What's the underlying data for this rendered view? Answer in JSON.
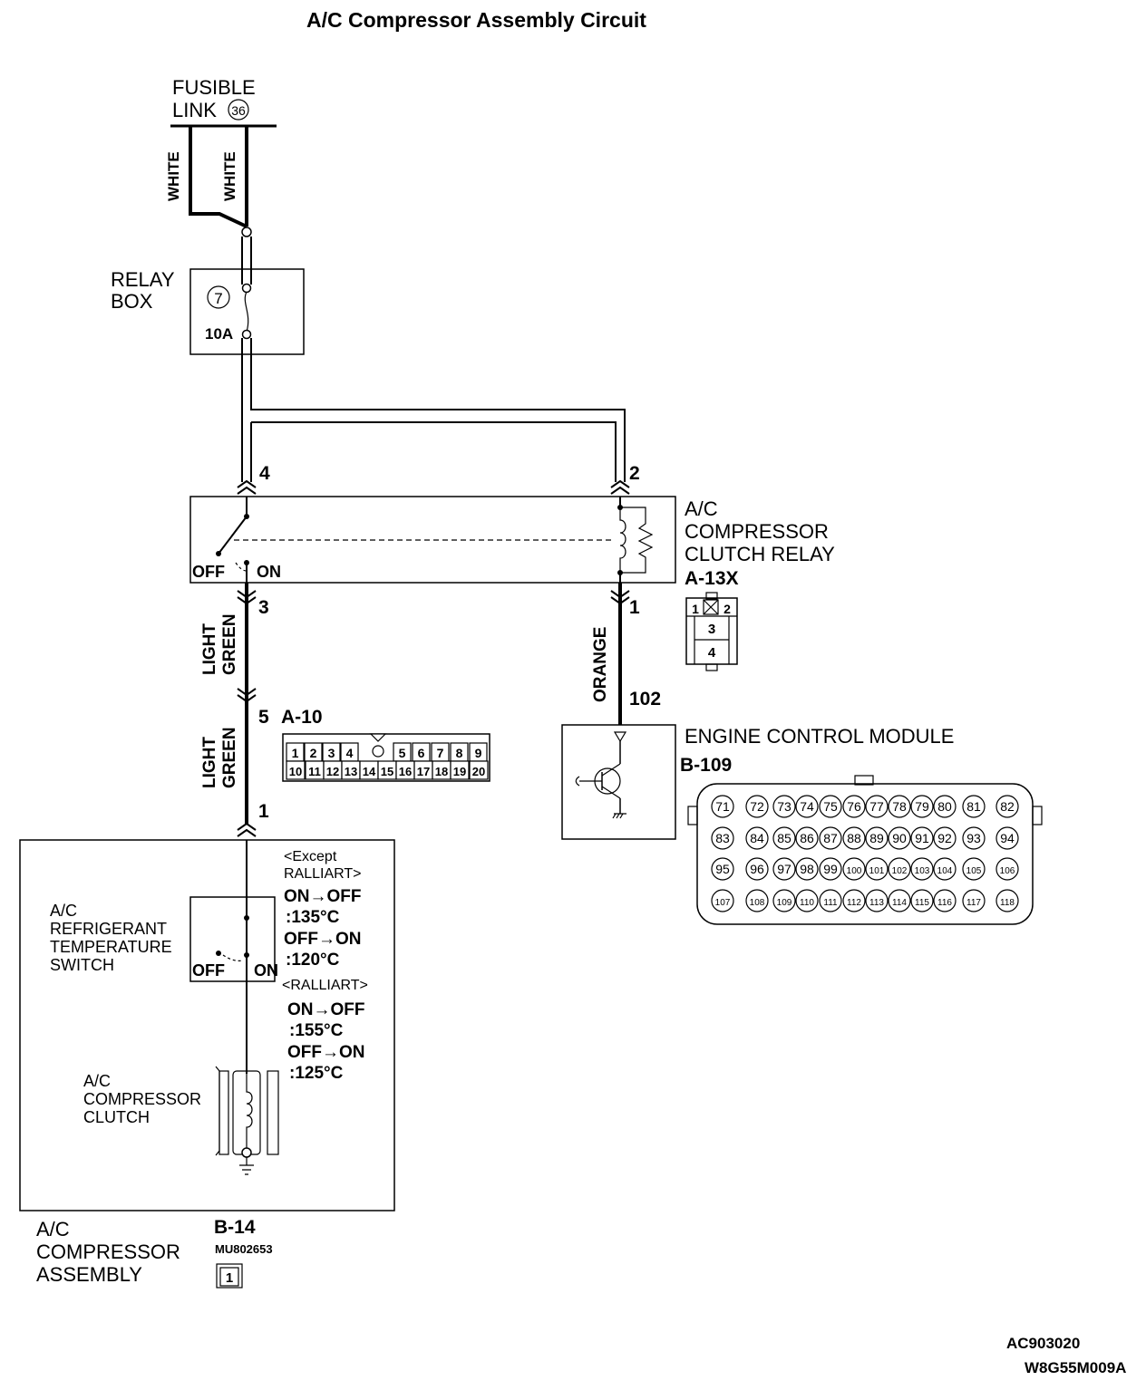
{
  "title": "A/C Compressor Assembly Circuit",
  "fusible_link": {
    "line1": "FUSIBLE",
    "line2": "LINK",
    "number": "36"
  },
  "wire_colors": {
    "white": "WHITE",
    "light_green": [
      "LIGHT",
      "GREEN"
    ],
    "orange": "ORANGE"
  },
  "relay_box": {
    "line1": "RELAY",
    "line2": "BOX",
    "fuse_number": "7",
    "fuse_rating": "10A"
  },
  "relay": {
    "name": [
      "A/C",
      "COMPRESSOR",
      "CLUTCH RELAY"
    ],
    "id": "A-13X",
    "switch_off": "OFF",
    "switch_on": "ON",
    "pin4": "4",
    "pin2": "2",
    "pin3": "3",
    "pin1": "1",
    "connector": {
      "top": [
        "1",
        "2"
      ],
      "rows": [
        "3",
        "4"
      ]
    }
  },
  "connector_a10": {
    "pin": "5",
    "id": "A-10",
    "top_row": [
      "1",
      "2",
      "3",
      "4",
      "5",
      "6",
      "7",
      "8",
      "9"
    ],
    "bottom_row": [
      "10",
      "11",
      "12",
      "13",
      "14",
      "15",
      "16",
      "17",
      "18",
      "19",
      "20"
    ]
  },
  "ecm": {
    "name": "ENGINE CONTROL MODULE",
    "id": "B-109",
    "pin": "102",
    "row1": [
      "71",
      "72",
      "73",
      "74",
      "75",
      "76",
      "77",
      "78",
      "79",
      "80",
      "81",
      "82"
    ],
    "row2": [
      "83",
      "84",
      "85",
      "86",
      "87",
      "88",
      "89",
      "90",
      "91",
      "92",
      "93",
      "94"
    ],
    "row3": [
      "95",
      "96",
      "97",
      "98",
      "99",
      "100",
      "101",
      "102",
      "103",
      "104",
      "105",
      "106"
    ],
    "row4": [
      "107",
      "108",
      "109",
      "110",
      "111",
      "112",
      "113",
      "114",
      "115",
      "116",
      "117",
      "118"
    ]
  },
  "compressor": {
    "pin": "1",
    "switch_name": [
      "A/C",
      "REFRIGERANT",
      "TEMPERATURE",
      "SWITCH"
    ],
    "switch_off": "OFF",
    "switch_on": "ON",
    "except_header": [
      "<Except",
      "RALLIART>"
    ],
    "except_values": [
      "ON→OFF",
      ":135°C",
      "OFF→ON",
      ":120°C"
    ],
    "ralliart_header": "<RALLIART>",
    "ralliart_values": [
      "ON→OFF",
      ":155°C",
      "OFF→ON",
      ":125°C"
    ],
    "clutch_name": [
      "A/C",
      "COMPRESSOR",
      "CLUTCH"
    ],
    "assembly_name": [
      "A/C",
      "COMPRESSOR",
      "ASSEMBLY"
    ],
    "id": "B-14",
    "part_number": "MU802653",
    "connector_pin": "1"
  },
  "footer": {
    "code1": "AC903020",
    "code2": "W8G55M009A"
  }
}
